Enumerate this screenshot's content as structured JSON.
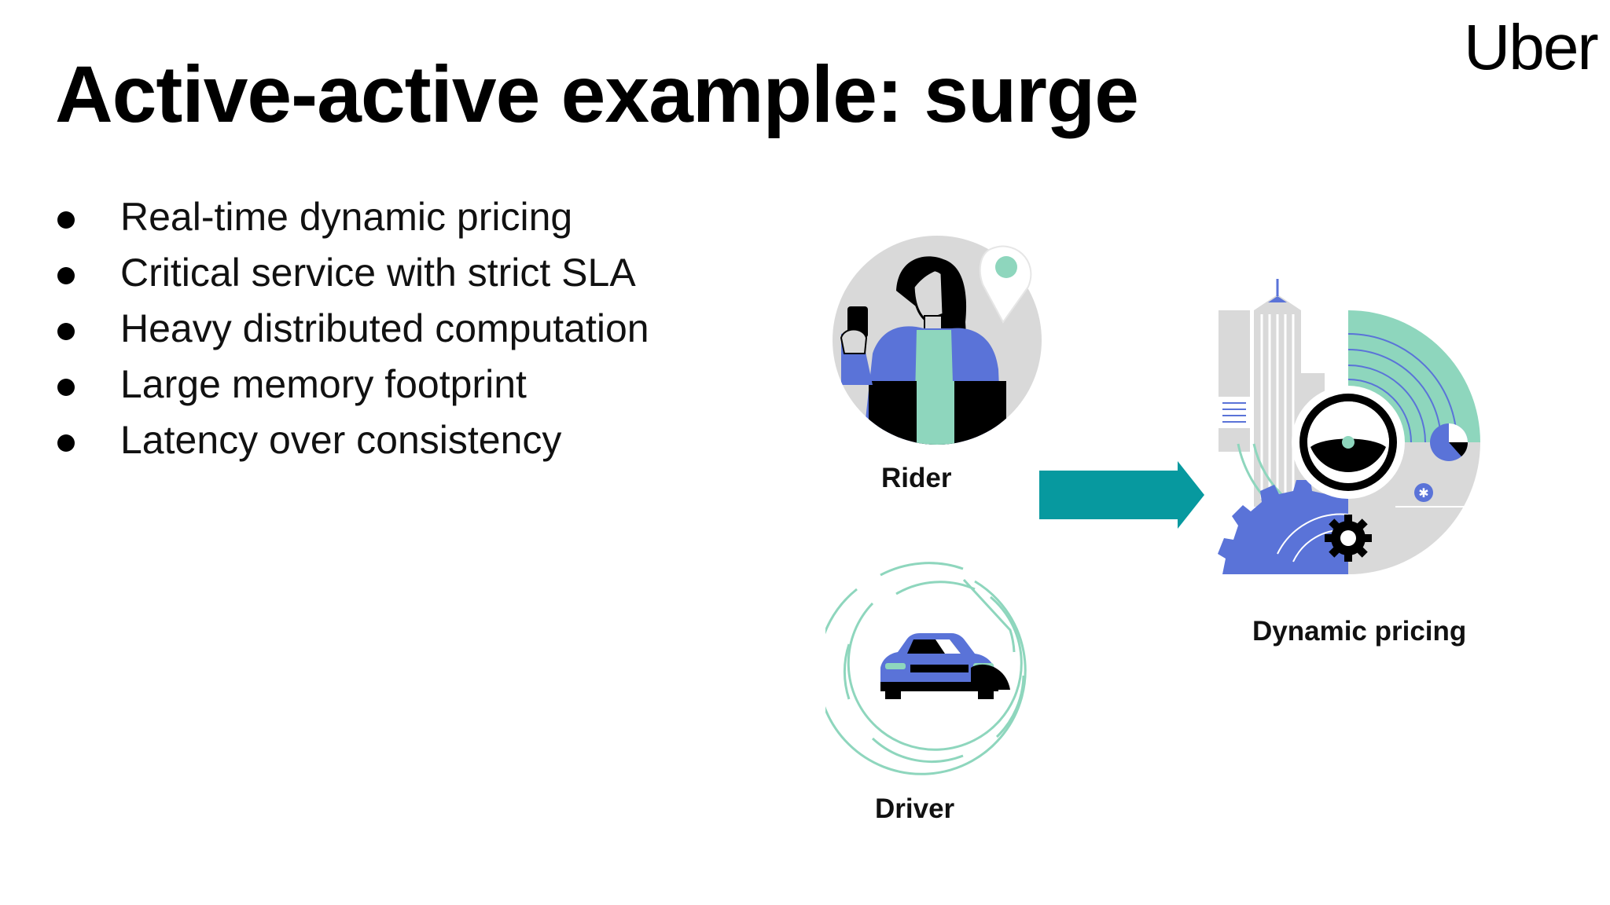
{
  "brand": {
    "logo_text": "Uber"
  },
  "slide": {
    "title": "Active-active example: surge",
    "bullets": [
      "Real-time dynamic pricing",
      "Critical service with strict SLA",
      "Heavy distributed computation",
      "Large memory footprint",
      "Latency over consistency"
    ]
  },
  "diagram": {
    "rider_label": "Rider",
    "driver_label": "Driver",
    "pricing_label": "Dynamic pricing",
    "colors": {
      "arrow": "#07999F",
      "mint": "#8ED6BD",
      "blue": "#5A73D8",
      "gray": "#D9D9D9",
      "black": "#000000"
    },
    "icons": [
      "rider-illustration",
      "driver-car-illustration",
      "dynamic-pricing-illustration",
      "location-pin-icon",
      "gear-icon",
      "arrow-right-icon"
    ]
  }
}
